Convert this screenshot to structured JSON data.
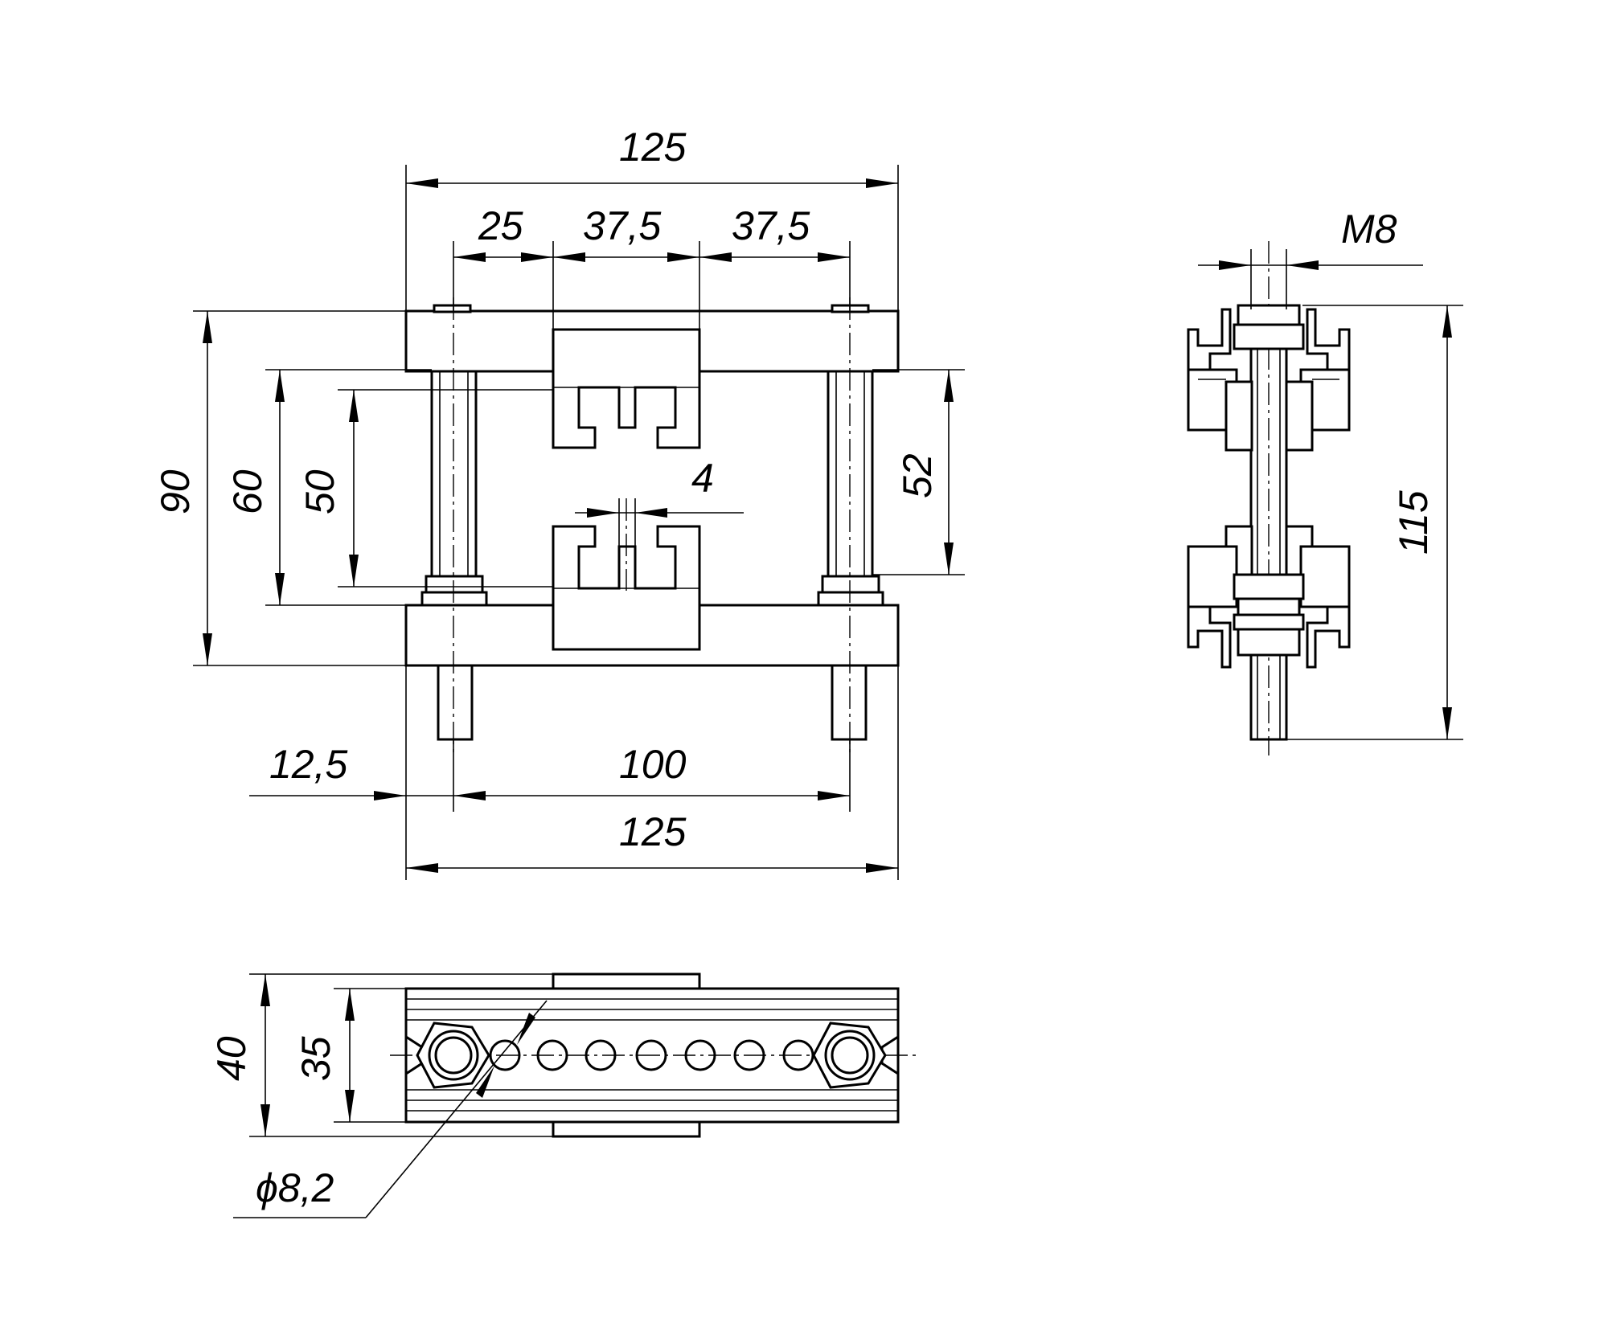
{
  "front_view": {
    "overall_width_top": "125",
    "segment_1": "25",
    "segment_2": "37,5",
    "segment_3": "37,5",
    "height_total": "90",
    "height_inner": "60",
    "height_jaw": "50",
    "height_right": "52",
    "gap": "4",
    "offset": "12,5",
    "rod_spacing": "100",
    "overall_width_bottom": "125"
  },
  "side_view": {
    "thread": "M8",
    "height": "115"
  },
  "top_view": {
    "height_outer": "40",
    "height_inner": "35",
    "hole_diameter": "ϕ8,2"
  }
}
